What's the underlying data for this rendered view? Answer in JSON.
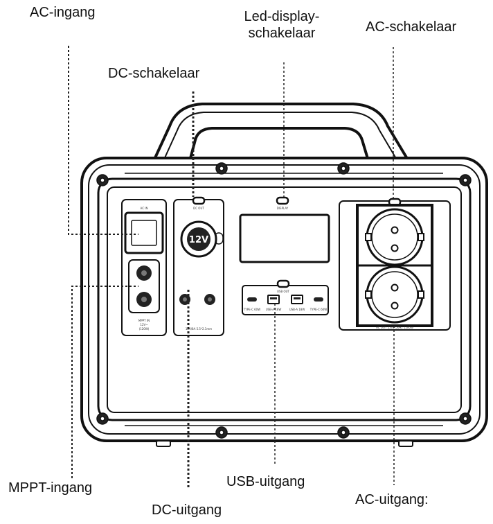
{
  "labels": {
    "ac_input": "AC-ingang",
    "led_display_switch_line1": "Led-display-",
    "led_display_switch_line2": "schakelaar",
    "ac_switch": "AC-schakelaar",
    "dc_switch": "DC-schakelaar",
    "mppt_input": "MPPT-ingang",
    "usb_output": "USB-uitgang",
    "dc_output": "DC-uitgang",
    "ac_output": "AC-uitgang:"
  },
  "panel": {
    "ac_in": "AC IN",
    "dc_out": "DC OUT",
    "display": "DISPLAY",
    "car_socket": "12V",
    "usb_out": "USB OUT",
    "mppt_in": "MPPT IN",
    "mppt_sub1": "12V~",
    "mppt_sub2": "(120W)",
    "dc_rating": "12V/8A 5.5*2.1mm",
    "usb_c_left": "TYPE-C 60W",
    "usb_a_left": "USB-A 18W",
    "usb_a_right": "USB-A 18W",
    "usb_c_right": "TYPE-C 60W",
    "ac_rating": "AC OUT 230V/50Hz 1200W"
  },
  "colors": {
    "outline": "#111111",
    "body": "#ffffff",
    "label": "#111111"
  }
}
